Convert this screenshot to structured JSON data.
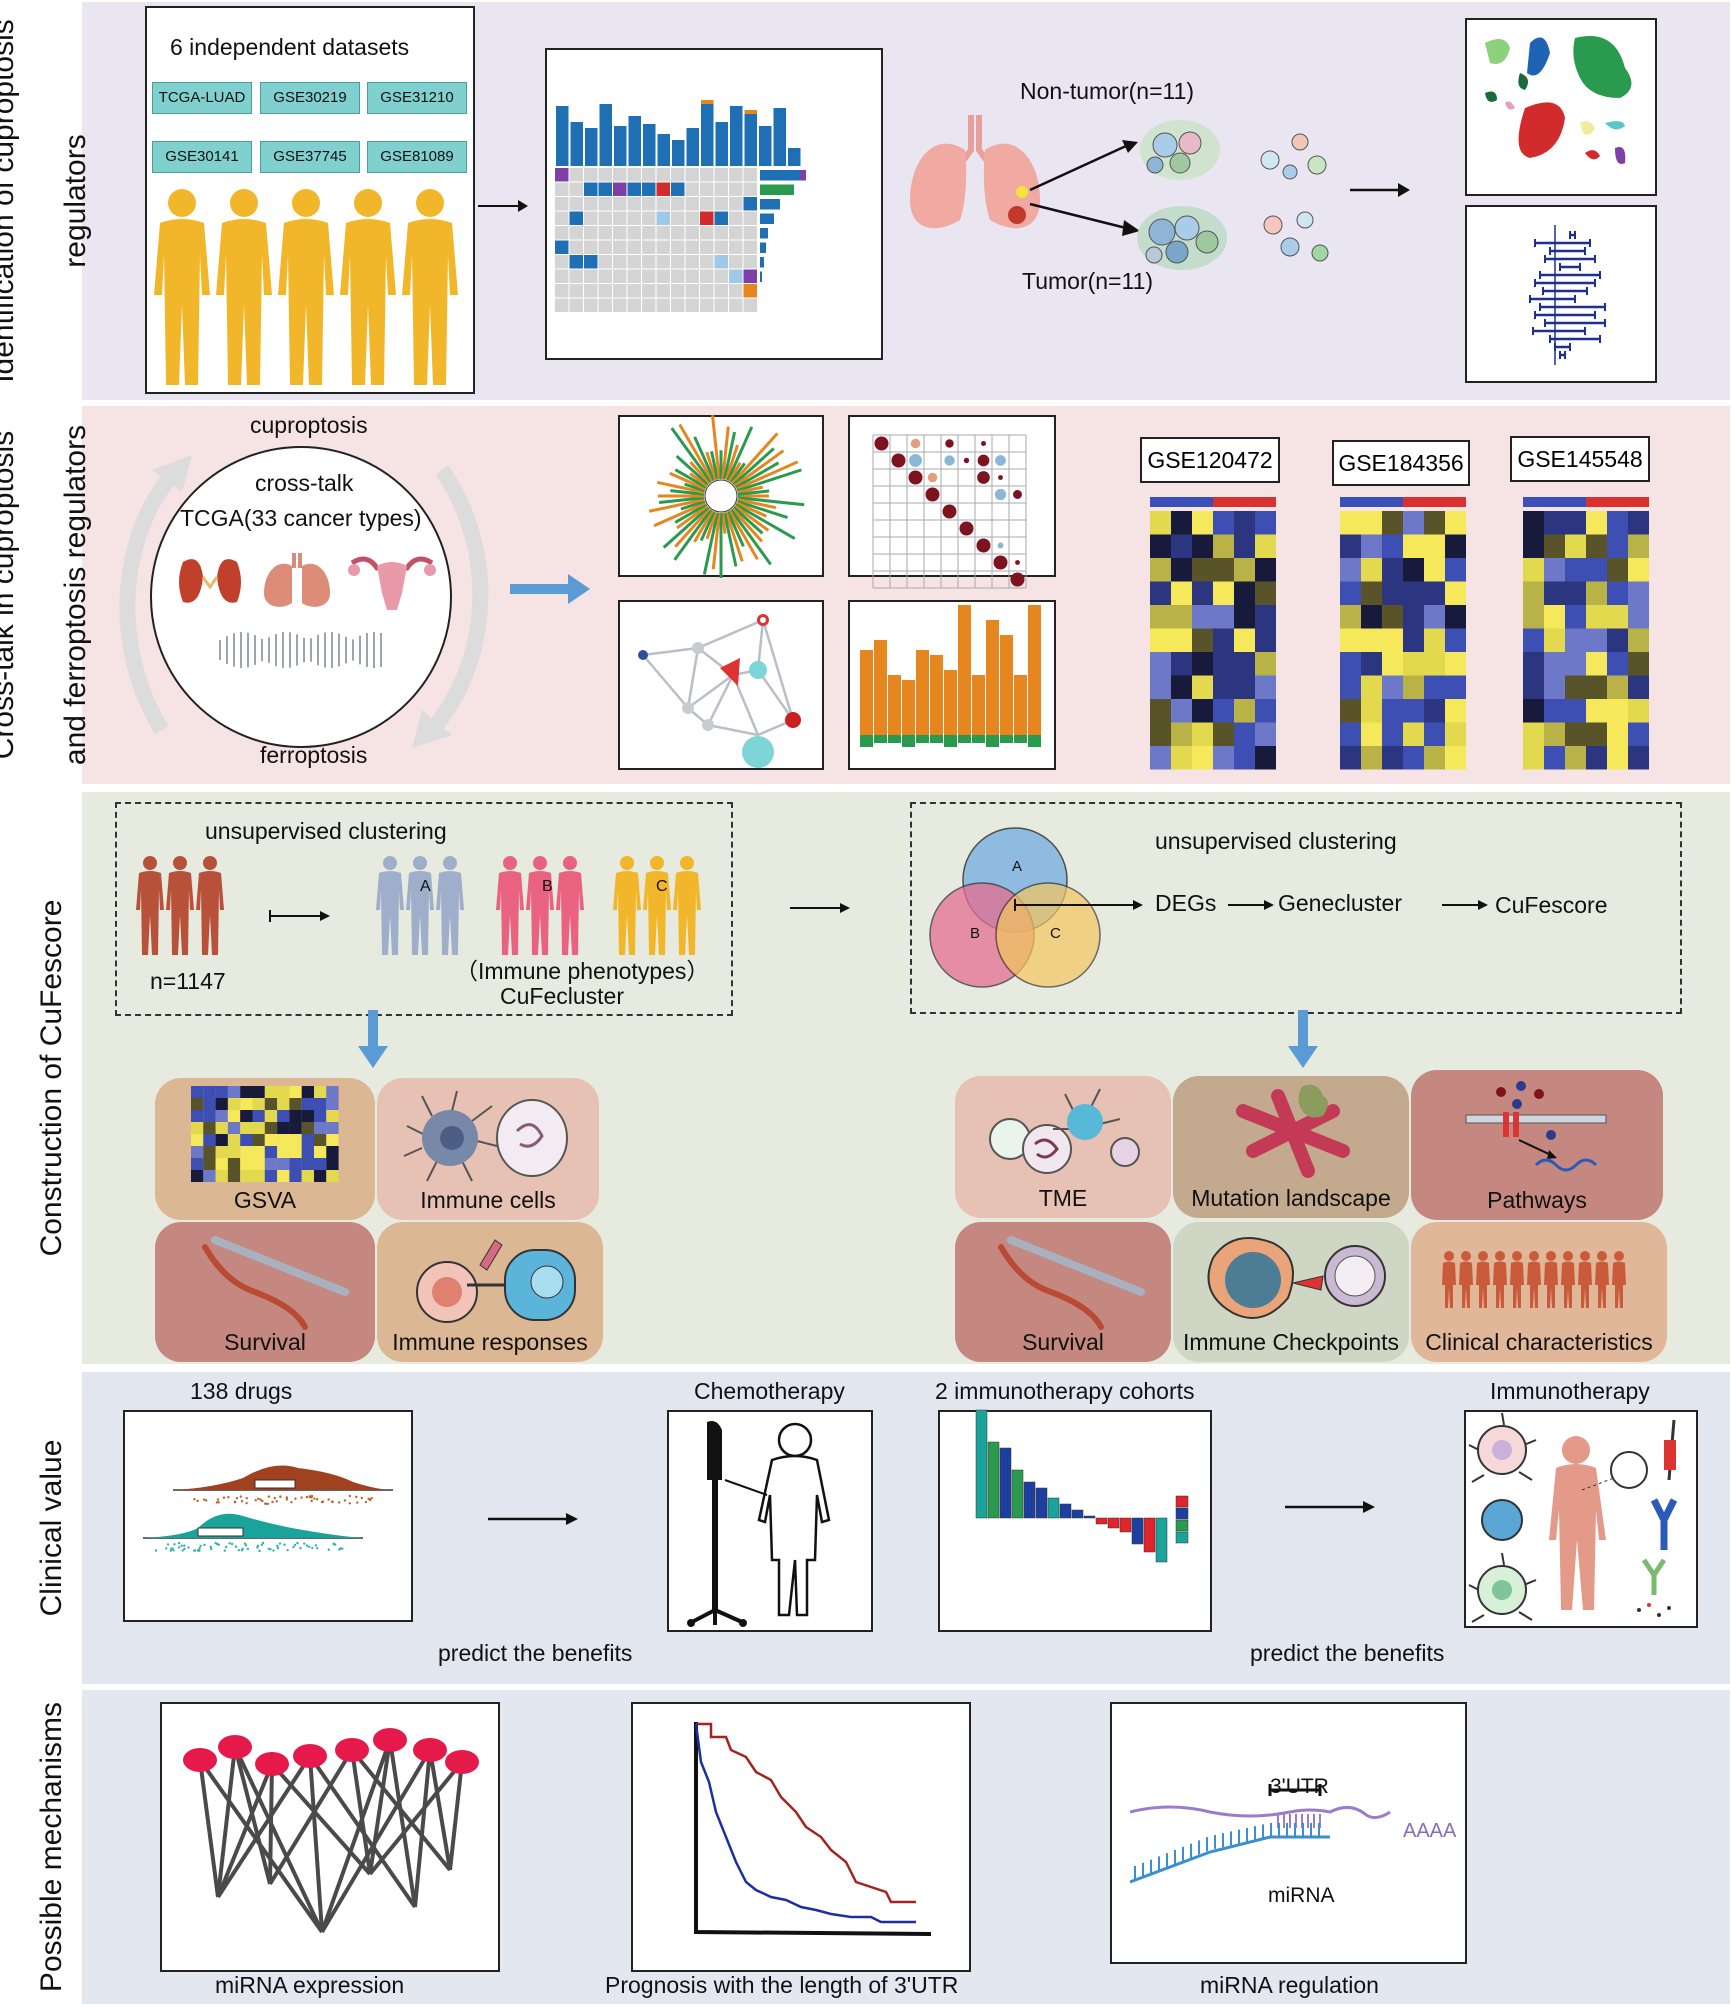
{
  "sections": [
    {
      "label_lines": [
        "Identification of cuproptosis",
        "regulators"
      ],
      "bg": "#e9e6f2"
    },
    {
      "label_lines": [
        "Cross-talk in cuproptosis",
        "and ferroptosis regulators"
      ],
      "bg": "#f6e3e3"
    },
    {
      "label_lines": [
        "Construction of CuFescore"
      ],
      "bg": "#e6eadf"
    },
    {
      "label_lines": [
        "Clinical value"
      ],
      "bg": "#e2e7ef"
    },
    {
      "label_lines": [
        "Possible mechanisms"
      ],
      "bg": "#e3e8f0"
    }
  ],
  "s1": {
    "datasets_title": "6 independent datasets",
    "datasets": [
      "TCGA-LUAD",
      "GSE30219",
      "GSE31210",
      "GSE30141",
      "GSE37745",
      "GSE81089"
    ],
    "non_tumor": "Non-tumor(n=11)",
    "tumor": "Tumor(n=11)"
  },
  "s2": {
    "cuproptosis": "cuproptosis",
    "crosstalk": "cross-talk",
    "tcga": "TCGA(33 cancer types)",
    "ferroptosis": "ferroptosis",
    "gse": [
      "GSE120472",
      "GSE184356",
      "GSE145548"
    ]
  },
  "s3": {
    "unsup_left": "unsupervised clustering",
    "n": "n=1147",
    "immune_pheno": "（Immune phenotypes）",
    "cufecluster": "CuFecluster",
    "group_a": "A",
    "group_b": "B",
    "group_c": "C",
    "unsup_right": "unsupervised clustering",
    "venn_a": "A",
    "venn_b": "B",
    "venn_c": "C",
    "degs": "DEGs",
    "genecluster": "Genecluster",
    "cufescore": "CuFescore",
    "cards_left": [
      "GSVA",
      "Immune cells",
      "Survival",
      "Immune responses"
    ],
    "cards_right": [
      "TME",
      "Mutation landscape",
      "Pathways",
      "Survival",
      "Immune Checkpoints",
      "Clinical characteristics"
    ]
  },
  "s4": {
    "drugs": "138 drugs",
    "chemo": "Chemotherapy",
    "cohorts": "2 immunotherapy cohorts",
    "immuno": "Immunotherapy",
    "predict_left": "predict the benefits",
    "predict_right": "predict the benefits"
  },
  "s5": {
    "mirna_expr": "miRNA expression",
    "prognosis": "Prognosis with the length of 3'UTR",
    "mirna_reg": "miRNA regulation",
    "utr": "3'UTR",
    "aaaa": "AAAA",
    "mirna": "miRNA"
  },
  "colors": {
    "figure_orange": "#f2b62b",
    "blue": "#1f6fb5",
    "orange": "#e6861e",
    "green": "#2a9a4f",
    "dark_red": "#7e1320",
    "arrow_blue": "#5b9bd5"
  }
}
